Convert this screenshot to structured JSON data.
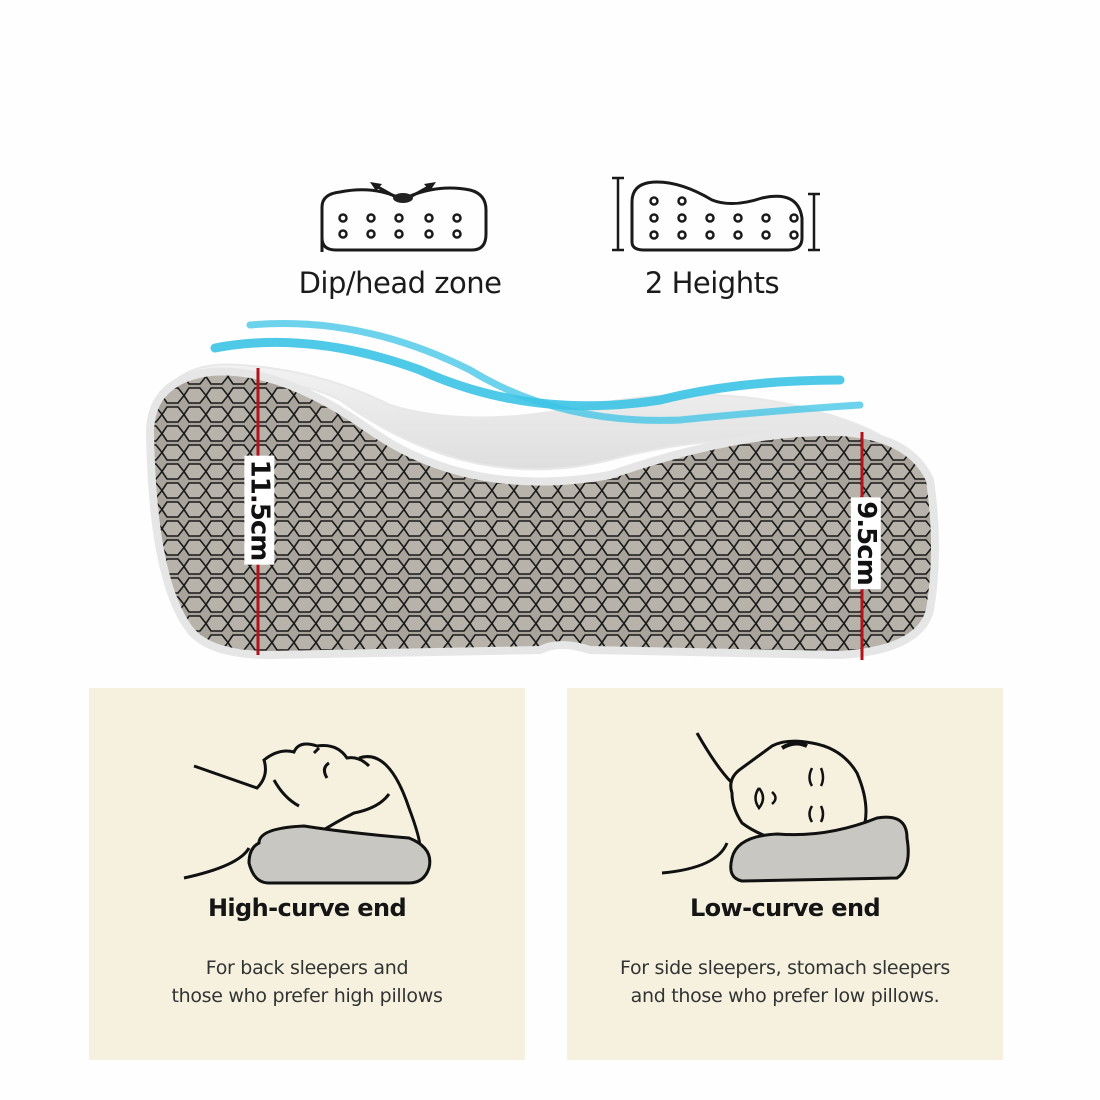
{
  "features": [
    {
      "icon": "pillow-dip-icon",
      "label": "Dip/head zone"
    },
    {
      "icon": "pillow-heights-icon",
      "label": "2 Heights"
    }
  ],
  "pillow": {
    "image": "contour-pillow-honeycomb-icon",
    "airflow": "airflow-waves-icon",
    "colors": {
      "airflow": "#3cc3e6",
      "mesh_fill": "#a8a39b",
      "mesh_line": "#1a1a1a",
      "measure_line": "#b3121b"
    },
    "dimensions": {
      "high_end": "11.5cm",
      "low_end": "9.5cm"
    }
  },
  "cards": [
    {
      "title": "High-curve end",
      "description_lines": [
        "For back sleepers and",
        "those who prefer high pillows"
      ],
      "illustration": "back-sleeper-icon"
    },
    {
      "title": "Low-curve end",
      "description_lines": [
        "For side sleepers, stomach sleepers",
        "and those who prefer low pillows."
      ],
      "illustration": "side-sleeper-icon"
    }
  ],
  "theme": {
    "card_bg": "#f6f1df",
    "page_bg": "#fefefe"
  }
}
